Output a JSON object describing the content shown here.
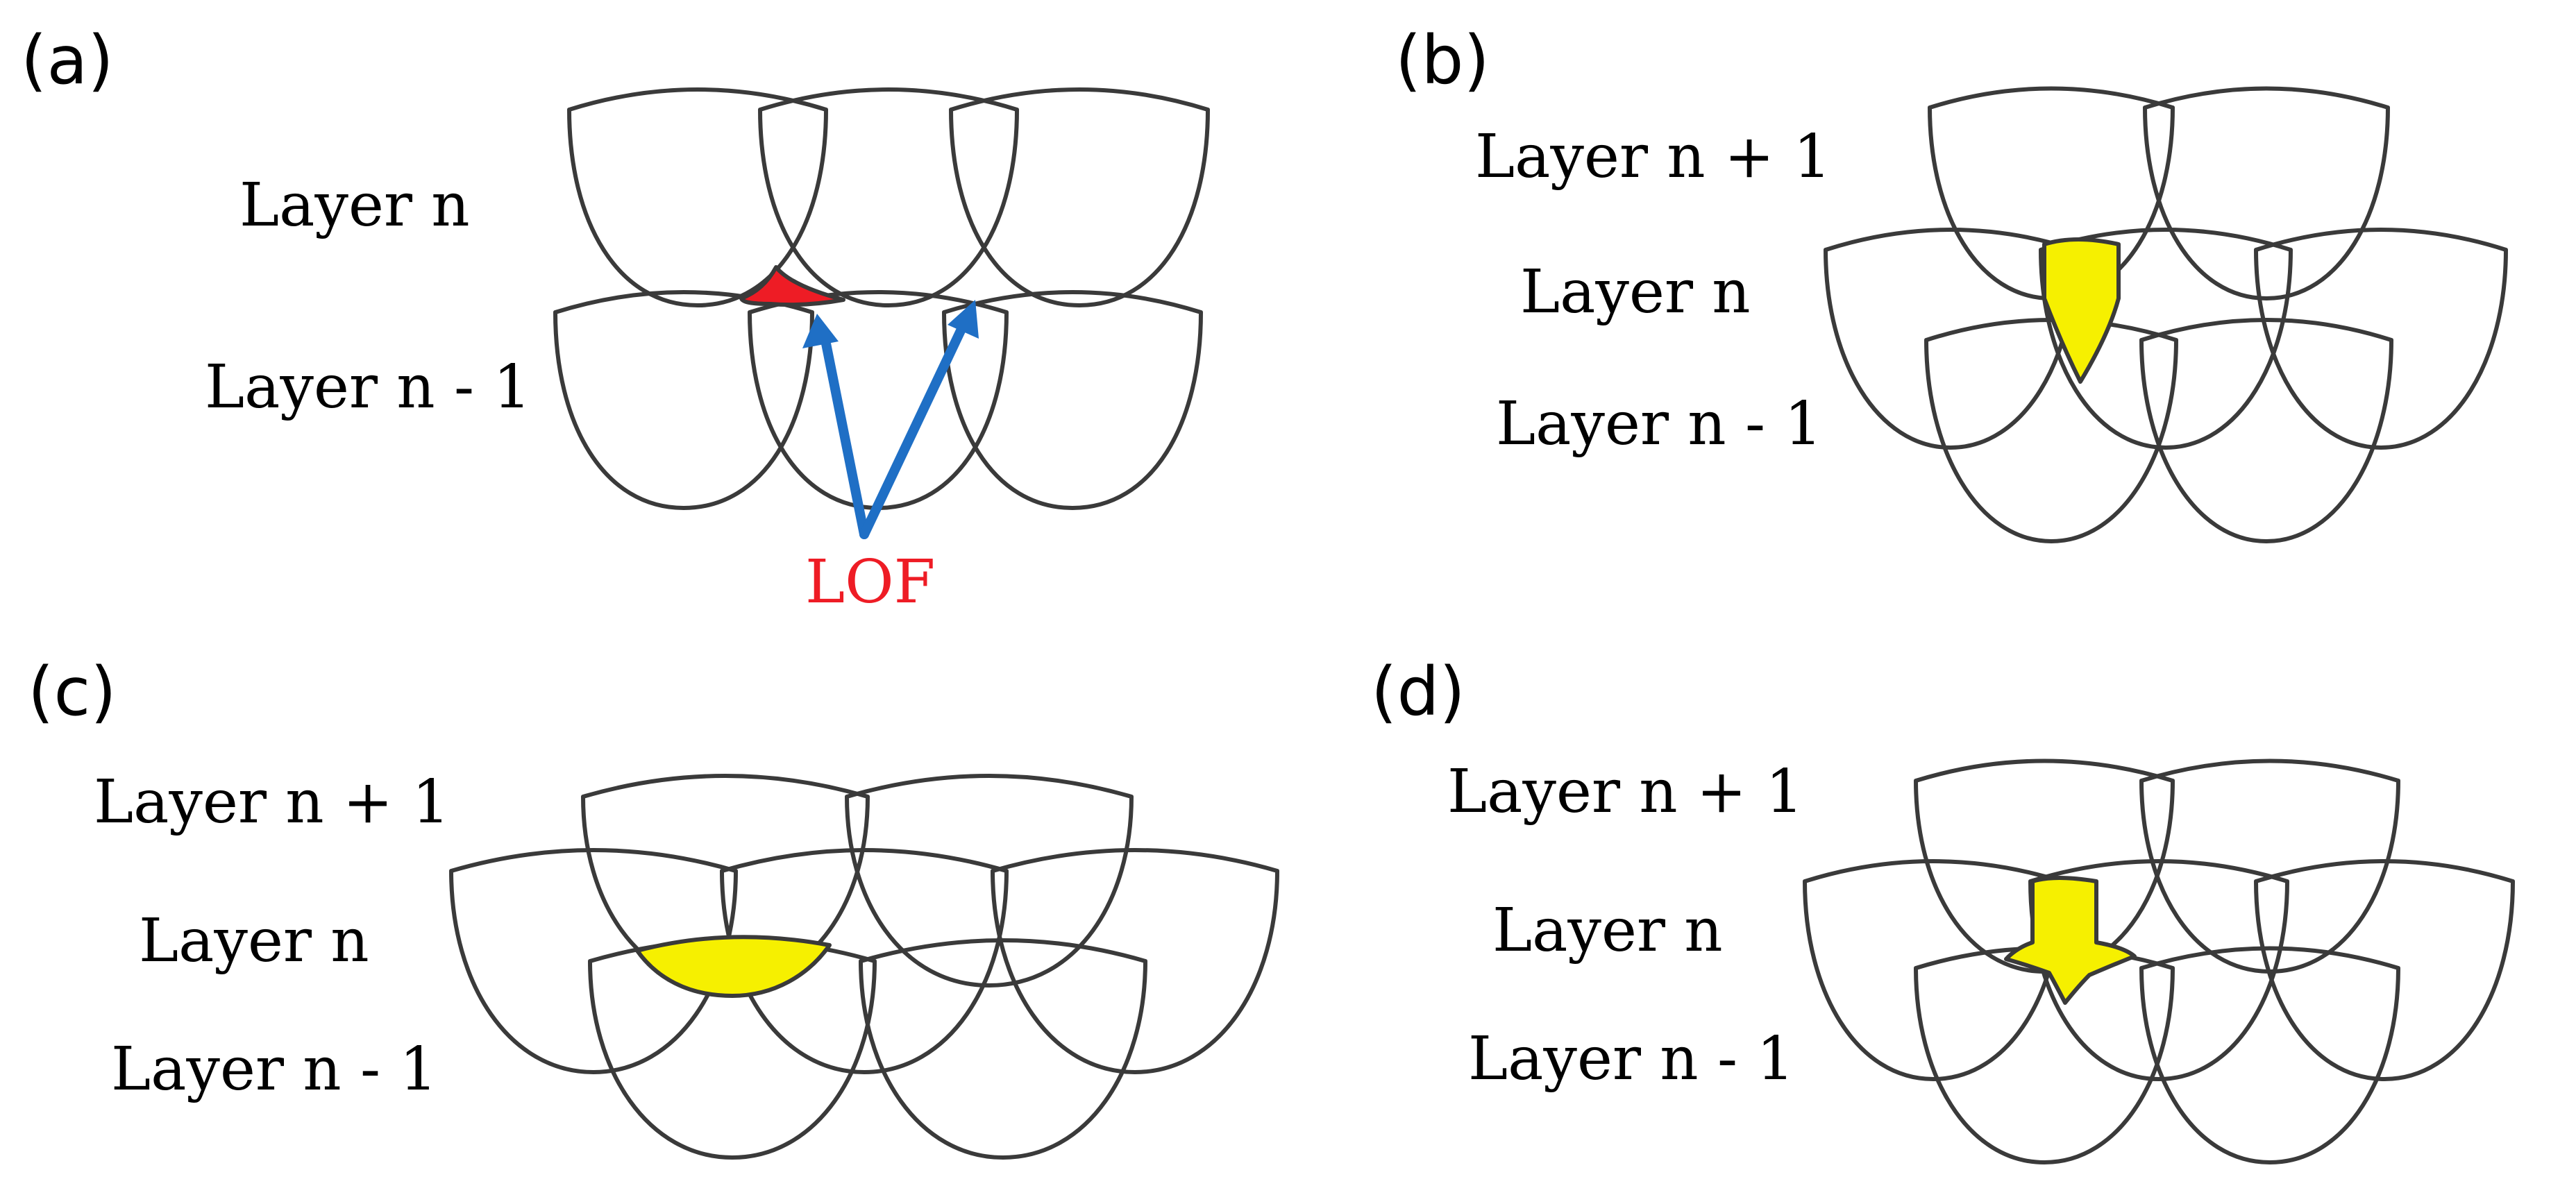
{
  "colors": {
    "outline": "#3a3a3a",
    "lack_of_fusion": "#ee1c25",
    "arrow": "#1f6fc5",
    "filled_defect": "#f6f000"
  },
  "panels": {
    "a": {
      "label": "(a)",
      "layers": [
        "Layer n",
        "Layer n - 1"
      ],
      "annotation": "LOF"
    },
    "b": {
      "label": "(b)",
      "layers": [
        "Layer n + 1",
        "Layer n",
        "Layer n - 1"
      ]
    },
    "c": {
      "label": "(c)",
      "layers": [
        "Layer n + 1",
        "Layer n",
        "Layer n - 1"
      ]
    },
    "d": {
      "label": "(d)",
      "layers": [
        "Layer n + 1",
        "Layer n",
        "Layer n - 1"
      ]
    }
  }
}
